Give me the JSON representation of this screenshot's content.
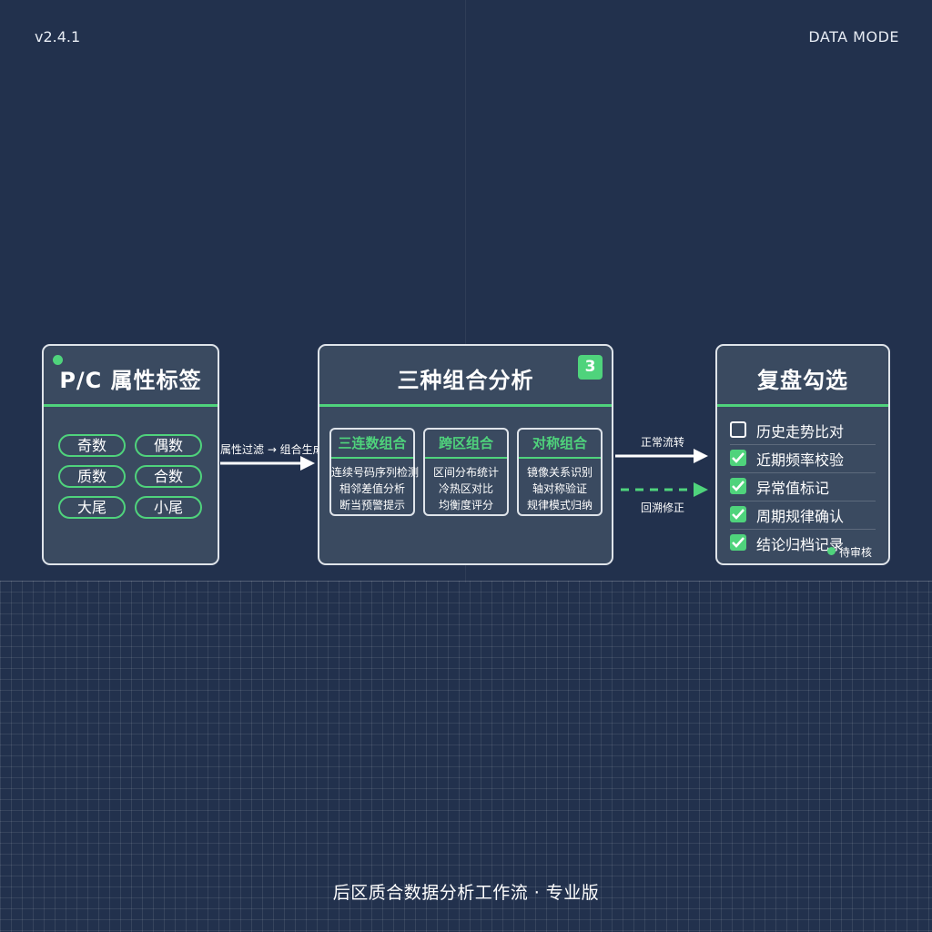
{
  "header": {
    "version": "v2.4.1",
    "mode": "DATA MODE"
  },
  "card_attributes": {
    "title": "P/C 属性标签",
    "tags": [
      "奇数",
      "偶数",
      "质数",
      "合数",
      "大尾",
      "小尾"
    ]
  },
  "arrow_attr_to_combo": {
    "label": "属性过滤 → 组合生成"
  },
  "card_combos": {
    "title": "三种组合分析",
    "badge": "3",
    "groups": [
      {
        "title": "三连数组合",
        "lines": [
          "连续号码序列检测",
          "相邻差值分析",
          "断当预警提示"
        ]
      },
      {
        "title": "跨区组合",
        "lines": [
          "区间分布统计",
          "冷热区对比",
          "均衡度评分"
        ]
      },
      {
        "title": "对称组合",
        "lines": [
          "镜像关系识别",
          "轴对称验证",
          "规律模式归纳"
        ]
      }
    ]
  },
  "arrow_forward": {
    "label": "正常流转"
  },
  "arrow_back": {
    "label": "回溯修正"
  },
  "card_review": {
    "title": "复盘勾选",
    "items": [
      {
        "label": "历史走势比对",
        "checked": false
      },
      {
        "label": "近期频率校验",
        "checked": true
      },
      {
        "label": "异常值标记",
        "checked": true
      },
      {
        "label": "周期规律确认",
        "checked": true
      },
      {
        "label": "结论归档记录",
        "checked": true
      }
    ],
    "pending_label": "待审核"
  },
  "footer": {
    "text": "后区质合数据分析工作流 · 专业版"
  },
  "colors": {
    "background": "#22314d",
    "card": "#3a4a60",
    "accent": "#4fd37c",
    "border": "#dfe4ea"
  }
}
